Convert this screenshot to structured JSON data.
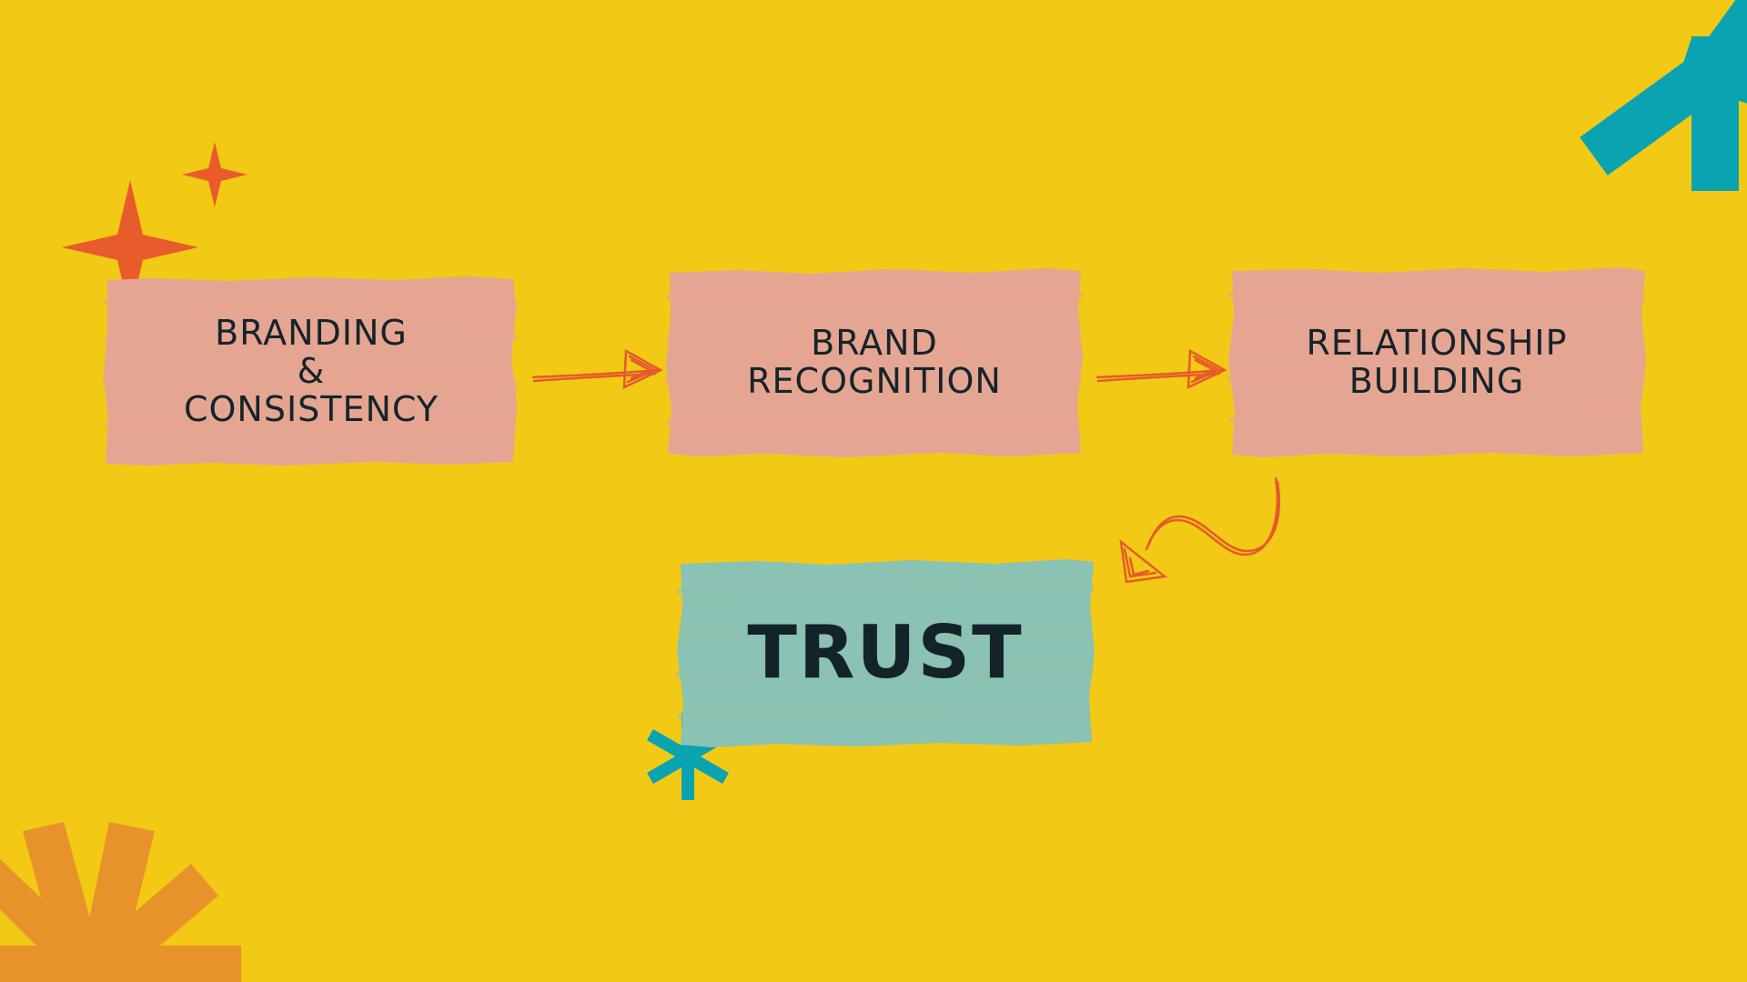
{
  "colors": {
    "background": "#F2C915",
    "box_pink": "#E5A593",
    "box_pink_shade": "#E9A58F",
    "box_teal": "#8AC2B3",
    "box_teal_shade": "#93C0A8",
    "text_dark": "#15242A",
    "accent_orange_red": "#E85C2C",
    "accent_orange": "#E8922A",
    "accent_teal": "#0AA3B2",
    "arrow": "#E65A2A"
  },
  "diagram": {
    "nodes": [
      {
        "id": "branding",
        "lines": [
          "BRANDING",
          "&",
          "CONSISTENCY"
        ],
        "fill": "box_pink"
      },
      {
        "id": "recognition",
        "lines": [
          "BRAND",
          "RECOGNITION"
        ],
        "fill": "box_pink"
      },
      {
        "id": "relationship",
        "lines": [
          "RELATIONSHIP",
          "BUILDING"
        ],
        "fill": "box_pink"
      },
      {
        "id": "trust",
        "lines": [
          "TRUST"
        ],
        "fill": "box_teal"
      }
    ],
    "edges": [
      {
        "from": "branding",
        "to": "recognition",
        "style": "straight-arrow"
      },
      {
        "from": "recognition",
        "to": "relationship",
        "style": "straight-arrow"
      },
      {
        "from": "relationship",
        "to": "trust",
        "style": "curly-arrow"
      }
    ]
  },
  "decorations": [
    {
      "name": "large-four-point-star-icon",
      "color": "accent_orange_red"
    },
    {
      "name": "small-four-point-star-icon",
      "color": "accent_orange_red"
    },
    {
      "name": "corner-asterisk-icon",
      "color": "accent_teal"
    },
    {
      "name": "small-asterisk-icon",
      "color": "accent_teal"
    },
    {
      "name": "sunburst-icon",
      "color": "accent_orange"
    }
  ]
}
